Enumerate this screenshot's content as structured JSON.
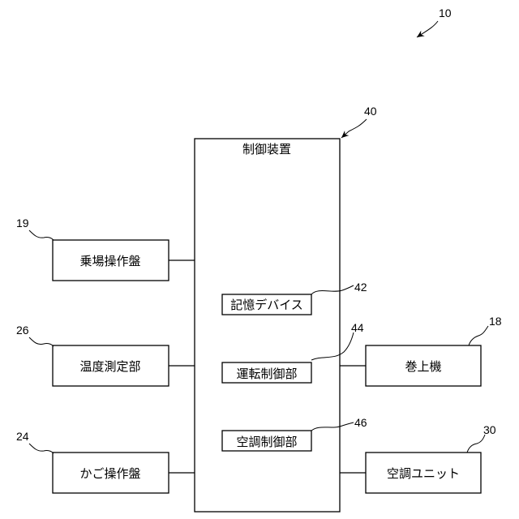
{
  "figure": {
    "ref_system": "10",
    "controller": {
      "ref": "40",
      "label": "制御装置"
    },
    "modules": [
      {
        "ref": "42",
        "label": "記憶デバイス"
      },
      {
        "ref": "44",
        "label": "運転制御部"
      },
      {
        "ref": "46",
        "label": "空調制御部"
      }
    ],
    "left_units": [
      {
        "ref": "19",
        "label": "乗場操作盤"
      },
      {
        "ref": "26",
        "label": "温度測定部"
      },
      {
        "ref": "24",
        "label": "かご操作盤"
      }
    ],
    "right_units": [
      {
        "ref": "18",
        "label": "巻上機"
      },
      {
        "ref": "30",
        "label": "空調ユニット"
      }
    ]
  }
}
